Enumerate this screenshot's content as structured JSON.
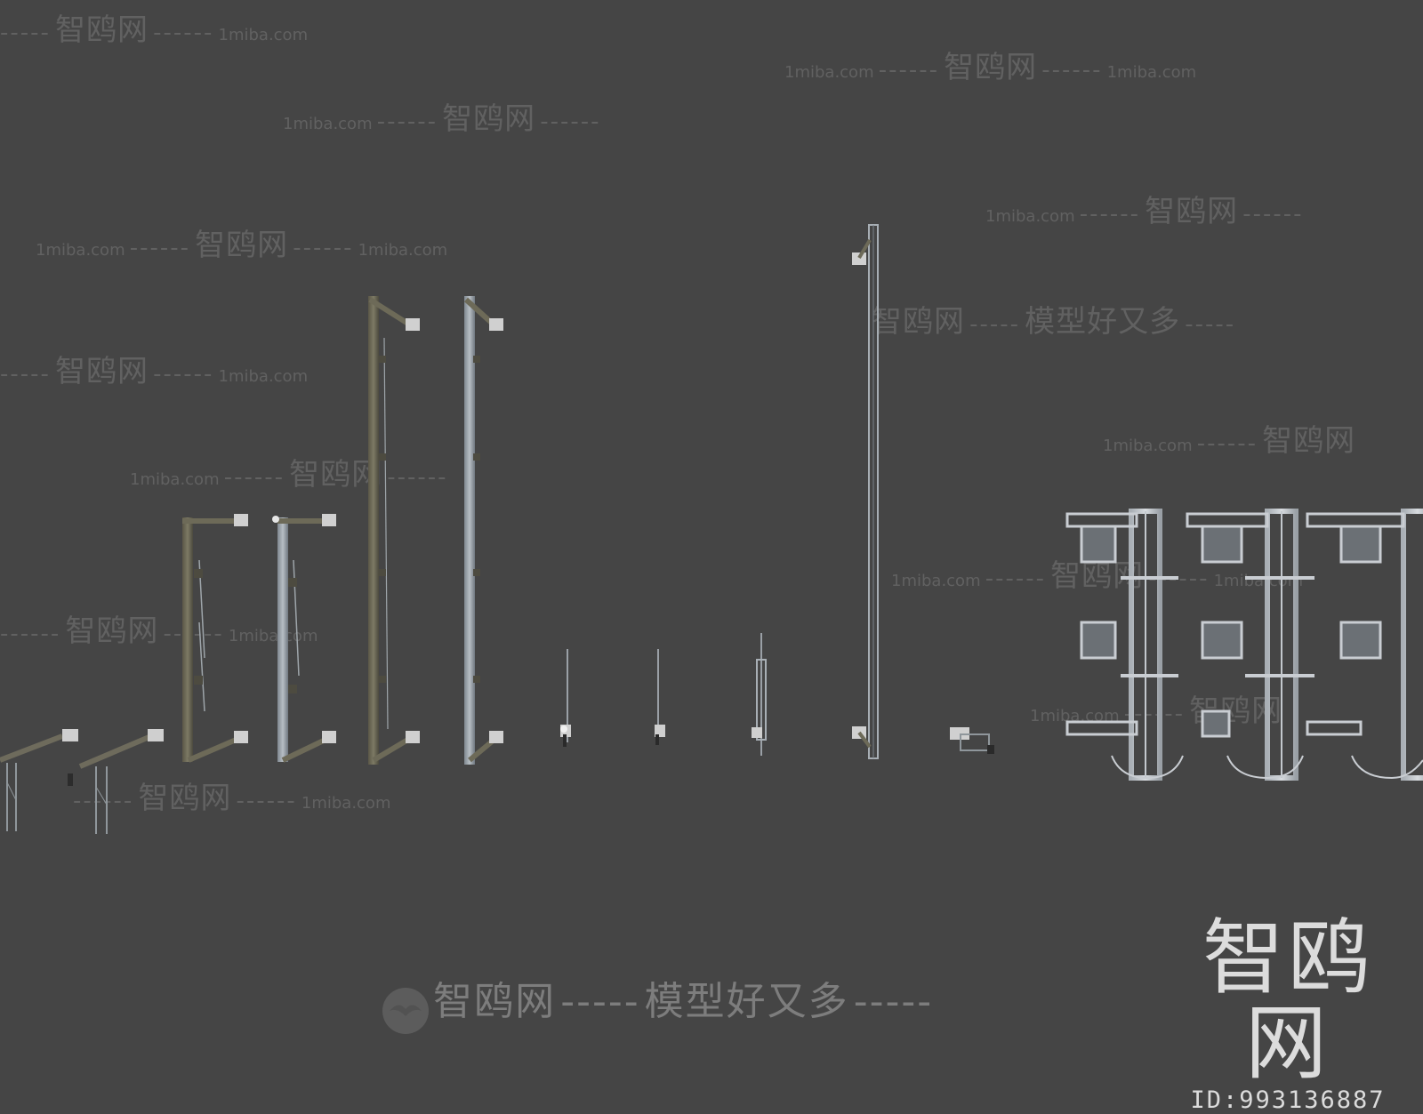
{
  "watermarks": {
    "brand_cn": "智鸥网",
    "domain": "1miba.com",
    "slogan": "模型好又多",
    "dashes_long": "------",
    "dashes_short": "-----"
  },
  "brand": {
    "logo_text": "智鸥网",
    "id_label": "ID:993136887"
  },
  "colors": {
    "background": "#454545",
    "pole_rusty": "#6d6a58",
    "pole_clean": "#9aa1a6",
    "bracket": "#c8c8c8",
    "tower": "#c9cdd2",
    "tower_dark": "#6b7075"
  }
}
